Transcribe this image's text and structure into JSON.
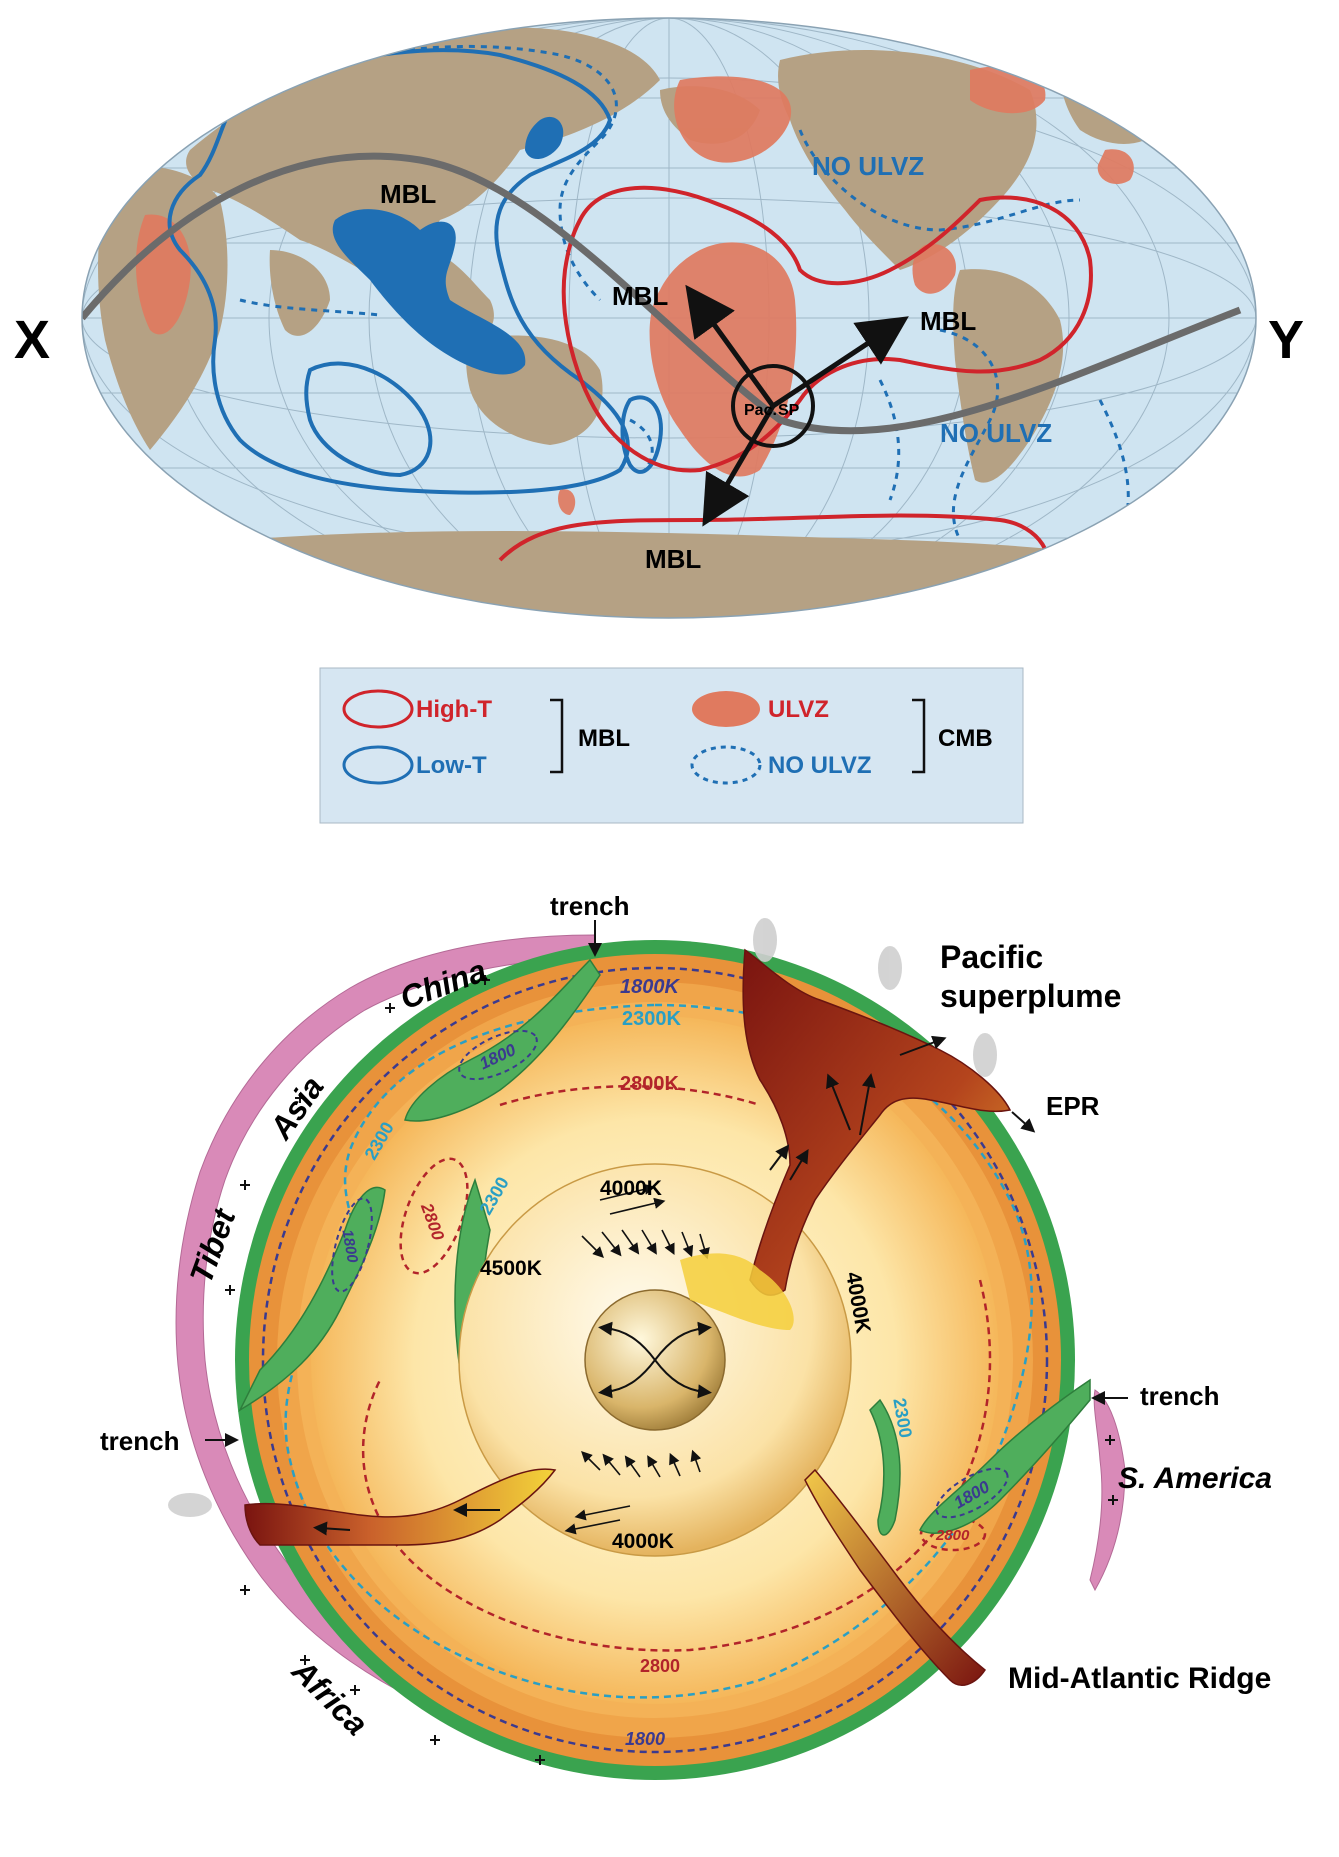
{
  "map": {
    "left_end": "X",
    "right_end": "Y",
    "mbl_labels": [
      "MBL",
      "MBL",
      "MBL",
      "MBL"
    ],
    "no_ulvz_labels": [
      "NO ULVZ",
      "NO ULVZ"
    ],
    "pac_label": "Pac.",
    "sp_label": "SP"
  },
  "legend": {
    "high_t": "High-T",
    "low_t": "Low-T",
    "mbl": "MBL",
    "ulvz": "ULVZ",
    "no_ulvz": "NO ULVZ",
    "cmb": "CMB"
  },
  "section": {
    "trench_top": "trench",
    "trench_left": "trench",
    "trench_right": "trench",
    "china": "China",
    "asia": "Asia",
    "tibet": "Tibet",
    "africa": "Africa",
    "s_america": "S. America",
    "pacific_superplume_1": "Pacific",
    "pacific_superplume_2": "superplume",
    "epr": "EPR",
    "mid_atlantic_ridge": "Mid-Atlantic Ridge",
    "isotherms": {
      "t1800k": "1800K",
      "t2300k": "2300K",
      "t2800k": "2800K",
      "t4000k_top": "4000K",
      "t4000k_bottom": "4000K",
      "t4000k_right": "4000K",
      "t4500k": "4500K",
      "v1800_china": "1800",
      "v1800_tibet": "1800",
      "v1800_samerica": "1800",
      "v1800_bottom": "1800",
      "v2300_left": "2300",
      "v2300_mid": "2300",
      "v2300_right": "2300",
      "v2800_left": "2800",
      "v2800_bottom": "2800",
      "v2800_right": "2800"
    }
  },
  "colors": {
    "ocean": "#cfe4f1",
    "land": "#b5a184",
    "high_t": "#d0242b",
    "low_t": "#1f6fb4",
    "ulvz": "#e07a5f",
    "crust_green": "#3aa34f",
    "continent_pink": "#d98ab8",
    "mantle_orange": "#e8923a",
    "plume_dark": "#8b1f14"
  }
}
